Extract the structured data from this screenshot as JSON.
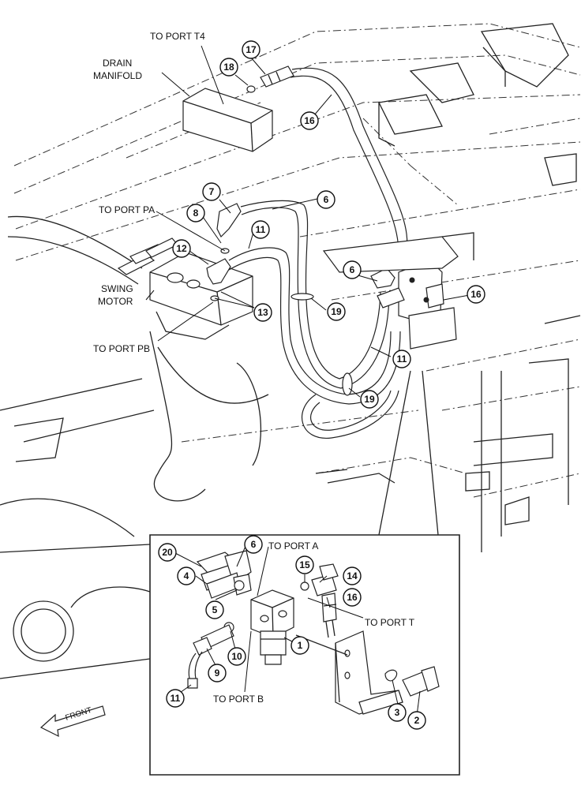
{
  "labels": {
    "to_port_t4": "TO PORT T4",
    "drain_manifold_1": "DRAIN",
    "drain_manifold_2": "MANIFOLD",
    "to_port_pa": "TO PORT PA",
    "swing_motor_1": "SWING",
    "swing_motor_2": "MOTOR",
    "to_port_pb": "TO PORT PB",
    "to_port_a": "TO PORT A",
    "to_port_t": "TO PORT T",
    "to_port_b": "TO PORT B",
    "front": "FRONT"
  },
  "callouts": {
    "c17": "17",
    "c18": "18",
    "c16a": "16",
    "c7": "7",
    "c6a": "6",
    "c8": "8",
    "c11a": "11",
    "c12": "12",
    "c13": "13",
    "c19a": "19",
    "c6b": "6",
    "c16b": "16",
    "c11b": "11",
    "c19b": "19",
    "c20": "20",
    "c6c": "6",
    "c4": "4",
    "c5": "5",
    "c15": "15",
    "c14": "14",
    "c16c": "16",
    "c1": "1",
    "c10": "10",
    "c9": "9",
    "c11c": "11",
    "c3": "3",
    "c2": "2"
  }
}
